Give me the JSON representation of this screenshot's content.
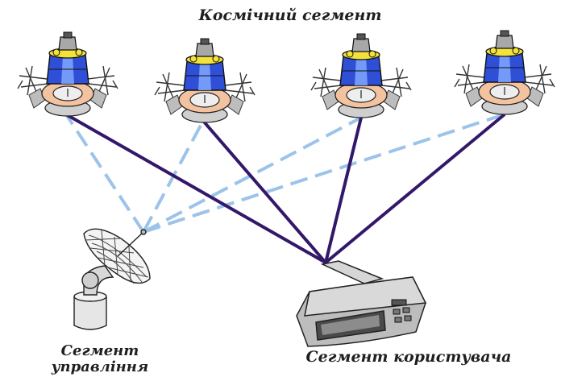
{
  "labels": {
    "space_segment": "Космічний сегмент",
    "control_segment_line1": "Сегмент",
    "control_segment_line2": "управління",
    "user_segment": "Сегмент користувача"
  },
  "colors": {
    "user_link": "#33186a",
    "control_link": "#9cc3ea",
    "satellite_body": "#2e4fd6",
    "satellite_ring": "#f3c3a0",
    "satellite_cap": "#f4e23a"
  },
  "icons": [
    "satellite-icon",
    "satellite-dish-icon",
    "gps-receiver-icon"
  ]
}
